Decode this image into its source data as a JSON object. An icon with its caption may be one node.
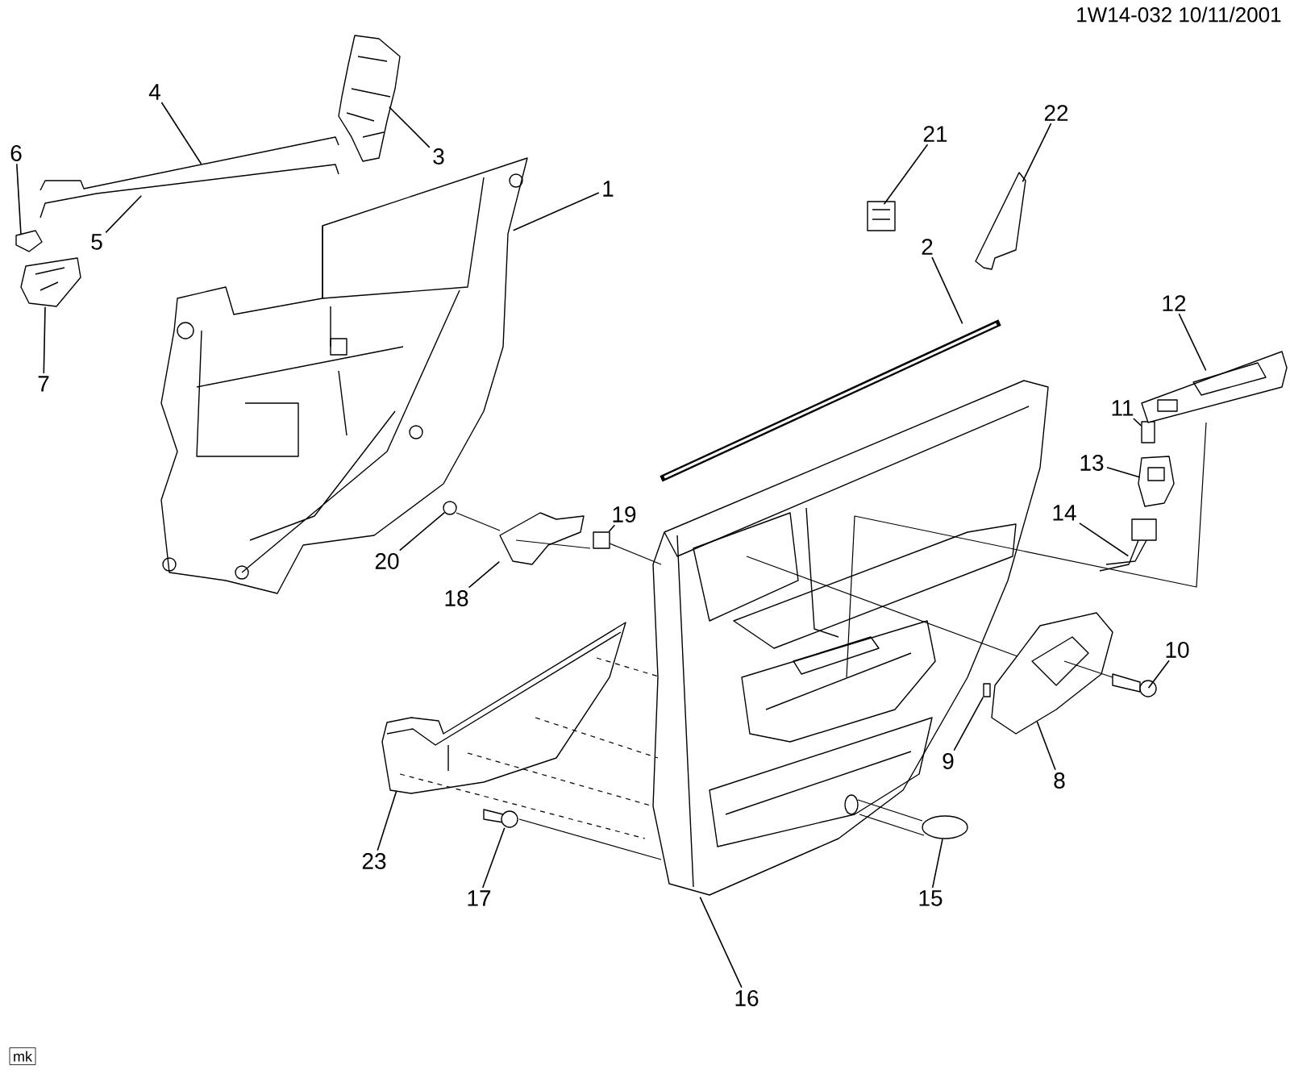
{
  "diagram": {
    "nodes": [
      {
        "text": [
          "1"
        ]
      },
      {
        "text": [
          "2"
        ]
      },
      {
        "text": [
          "3"
        ]
      },
      {
        "text": [
          "4"
        ]
      },
      {
        "text": [
          "5"
        ]
      },
      {
        "text": [
          "6"
        ]
      },
      {
        "text": [
          "7"
        ]
      },
      {
        "text": [
          "8"
        ]
      },
      {
        "text": [
          "9"
        ]
      },
      {
        "text": [
          "10"
        ]
      },
      {
        "text": [
          "11"
        ]
      },
      {
        "text": [
          "12"
        ]
      },
      {
        "text": [
          "13"
        ]
      },
      {
        "text": [
          "14"
        ]
      },
      {
        "text": [
          "15"
        ]
      },
      {
        "text": [
          "16"
        ]
      },
      {
        "text": [
          "17"
        ]
      },
      {
        "text": [
          "18"
        ]
      },
      {
        "text": [
          "19"
        ]
      },
      {
        "text": [
          "20"
        ]
      },
      {
        "text": [
          "21"
        ]
      },
      {
        "text": [
          "22"
        ]
      },
      {
        "text": [
          "23"
        ]
      },
      {
        "text": [
          "mk"
        ]
      },
      {
        "text": [],
        "shape": "picture"
      },
      {
        "text": [],
        "shape": "picture"
      },
      {
        "text": [],
        "shape": "picture"
      },
      {
        "text": [],
        "shape": "picture"
      },
      {
        "text": [],
        "shape": "picture"
      },
      {
        "text": [],
        "shape": "picture"
      },
      {
        "text": [],
        "shape": "picture"
      },
      {
        "text": [],
        "shape": "picture"
      },
      {
        "text": [],
        "shape": "box"
      },
      {
        "text": [],
        "shape": "picture"
      },
      {
        "text": [],
        "shape": "box"
      },
      {
        "text": [],
        "shape": "picture"
      },
      {
        "text": [],
        "shape": "picture"
      },
      {
        "text": [],
        "shape": "picture"
      },
      {
        "text": [],
        "shape": "circle"
      },
      {
        "text": [],
        "shape": "picture"
      },
      {
        "text": [],
        "shape": "picture"
      },
      {
        "text": [],
        "shape": "picture"
      },
      {
        "text": [],
        "shape": "box"
      },
      {
        "text": [],
        "shape": "circle"
      },
      {
        "text": [],
        "shape": "picture"
      },
      {
        "text": [],
        "shape": "picture"
      },
      {
        "text": [],
        "shape": "picture"
      }
    ],
    "edges": [
      {
        "from": 0,
        "to": 24,
        "arrow": "none"
      },
      {
        "from": 1,
        "to": 25,
        "arrow": "none"
      },
      {
        "from": 2,
        "to": 26,
        "arrow": "none"
      },
      {
        "from": 3,
        "to": 27,
        "arrow": "none"
      },
      {
        "from": 4,
        "to": 28,
        "arrow": "none"
      },
      {
        "from": 5,
        "to": 29,
        "arrow": "none"
      },
      {
        "from": 6,
        "to": 30,
        "arrow": "none"
      },
      {
        "from": 7,
        "to": 31,
        "arrow": "none"
      },
      {
        "from": 8,
        "to": 32,
        "arrow": "none"
      },
      {
        "from": 9,
        "to": 33,
        "arrow": "none"
      },
      {
        "from": 10,
        "to": 34,
        "arrow": "none"
      },
      {
        "from": 11,
        "to": 35,
        "arrow": "none"
      },
      {
        "from": 12,
        "to": 36,
        "arrow": "none"
      },
      {
        "from": 13,
        "to": 37,
        "arrow": "none"
      },
      {
        "from": 14,
        "to": 38,
        "arrow": "none"
      },
      {
        "from": 15,
        "to": 39,
        "arrow": "none"
      },
      {
        "from": 16,
        "to": 40,
        "arrow": "none"
      },
      {
        "from": 17,
        "to": 41,
        "arrow": "none"
      },
      {
        "from": 18,
        "to": 42,
        "arrow": "none"
      },
      {
        "from": 19,
        "to": 43,
        "arrow": "none"
      },
      {
        "from": 20,
        "to": 44,
        "arrow": "none"
      },
      {
        "from": 21,
        "to": 45,
        "arrow": "none"
      },
      {
        "from": 22,
        "to": 46,
        "arrow": "none"
      },
      {
        "from": 46,
        "to": 39,
        "arrow": "none",
        "style": "dashed"
      },
      {
        "from": 46,
        "to": 39,
        "arrow": "none",
        "style": "dashed"
      },
      {
        "from": 46,
        "to": 39,
        "arrow": "none",
        "style": "dashed"
      },
      {
        "from": 46,
        "to": 39,
        "arrow": "none",
        "style": "dashed"
      },
      {
        "from": 40,
        "to": 39,
        "arrow": "none"
      },
      {
        "from": 41,
        "to": 42,
        "arrow": "none"
      },
      {
        "from": 42,
        "to": 39,
        "arrow": "none"
      },
      {
        "from": 43,
        "to": 41,
        "arrow": "none"
      },
      {
        "from": 38,
        "to": 39,
        "arrow": "none"
      },
      {
        "from": 38,
        "to": 39,
        "arrow": "none"
      },
      {
        "from": 33,
        "to": 31,
        "arrow": "none"
      },
      {
        "from": 35,
        "to": 39,
        "arrow": "none"
      },
      {
        "from": 39,
        "to": 31,
        "arrow": "none"
      }
    ],
    "labels": [
      "1W14-032  10/11/2001"
    ]
  }
}
